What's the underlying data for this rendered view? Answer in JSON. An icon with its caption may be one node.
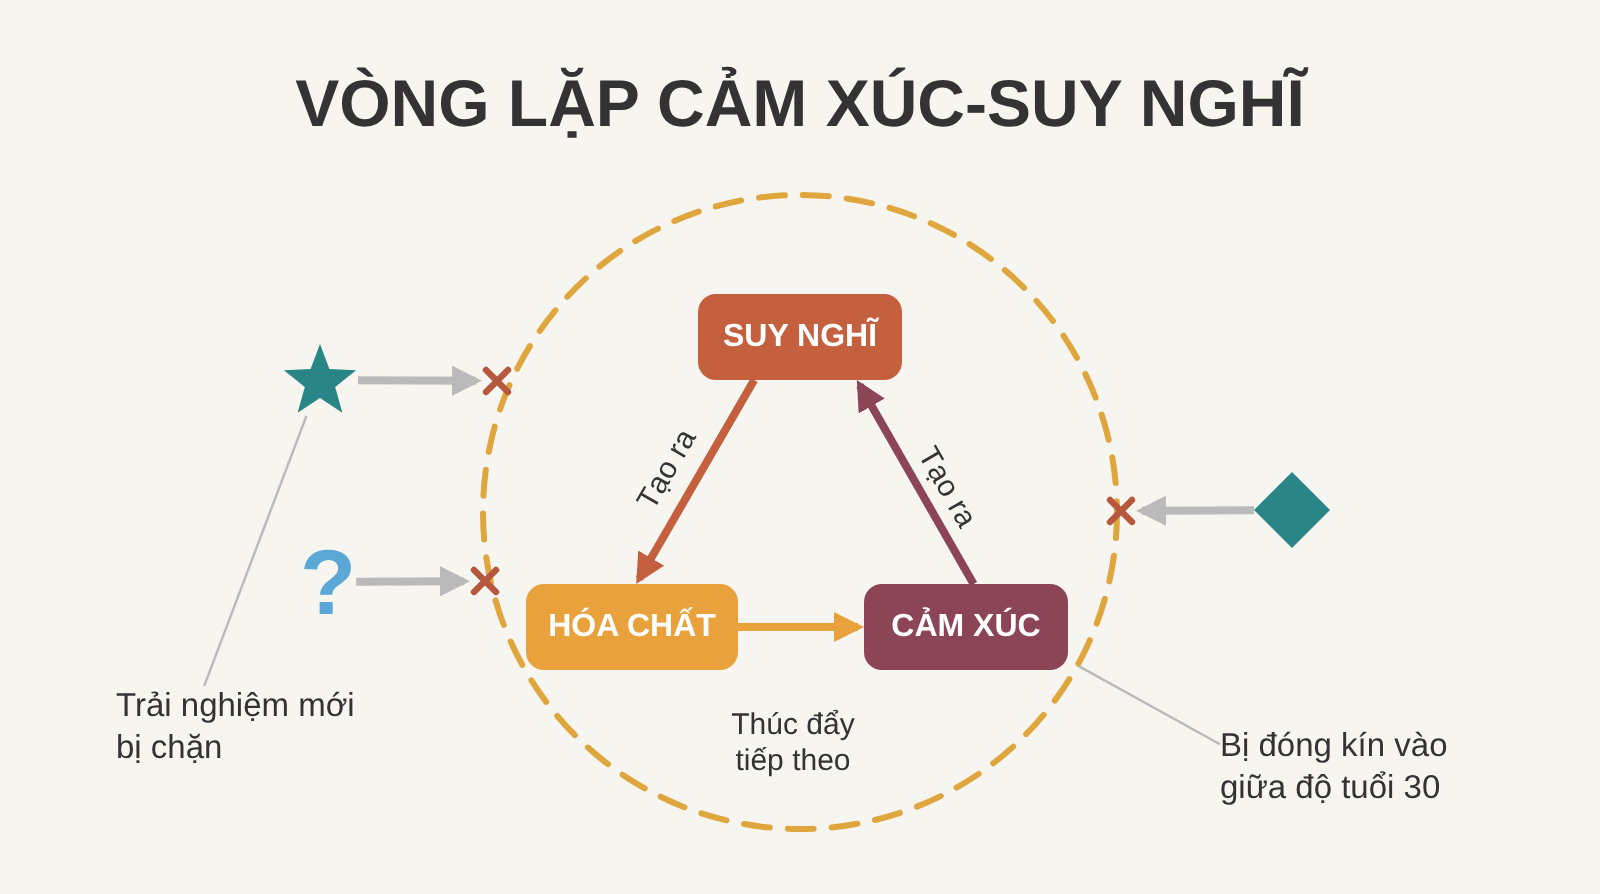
{
  "diagram": {
    "title": "VÒNG LẶP CẢM XÚC-SUY NGHĨ",
    "nodes": [
      {
        "text": [],
        "shape": "circle"
      },
      {
        "text": [
          "SUY NGHĨ"
        ],
        "in": 0
      },
      {
        "text": [],
        "shape": "star"
      },
      {
        "text": [],
        "shape": "cross"
      },
      {
        "text": [],
        "shape": "cross"
      },
      {
        "text": [],
        "shape": "diamond"
      },
      {
        "text": [
          "?"
        ]
      },
      {
        "text": [],
        "shape": "cross"
      },
      {
        "text": [
          "HÓA CHẤT"
        ],
        "in": 0
      },
      {
        "text": [
          "CẢM XÚC"
        ],
        "in": 0
      },
      {
        "text": [
          "Trải nghiệm mới bị chặn"
        ]
      },
      {
        "text": [
          "Bị đóng kín vào giữa độ tuổi 30"
        ]
      }
    ],
    "edges": [
      {
        "from": 1,
        "to": 8,
        "arrow": "to",
        "label": "Tạo ra",
        "color": "#c4603e"
      },
      {
        "from": 8,
        "to": 9,
        "arrow": "to",
        "label": "Thúc đẩy tiếp theo",
        "color": "#e9a23b"
      },
      {
        "from": 9,
        "to": 1,
        "arrow": "to",
        "label": "Tạo ra",
        "color": "#8c4457"
      },
      {
        "from": 2,
        "to": 3,
        "arrow": "to"
      },
      {
        "from": 6,
        "to": 7,
        "arrow": "to"
      },
      {
        "from": 5,
        "to": 4,
        "arrow": "to"
      },
      {
        "from": 10,
        "to": 2,
        "arrow": "none"
      },
      {
        "from": 11,
        "to": 0,
        "arrow": "none"
      }
    ]
  }
}
